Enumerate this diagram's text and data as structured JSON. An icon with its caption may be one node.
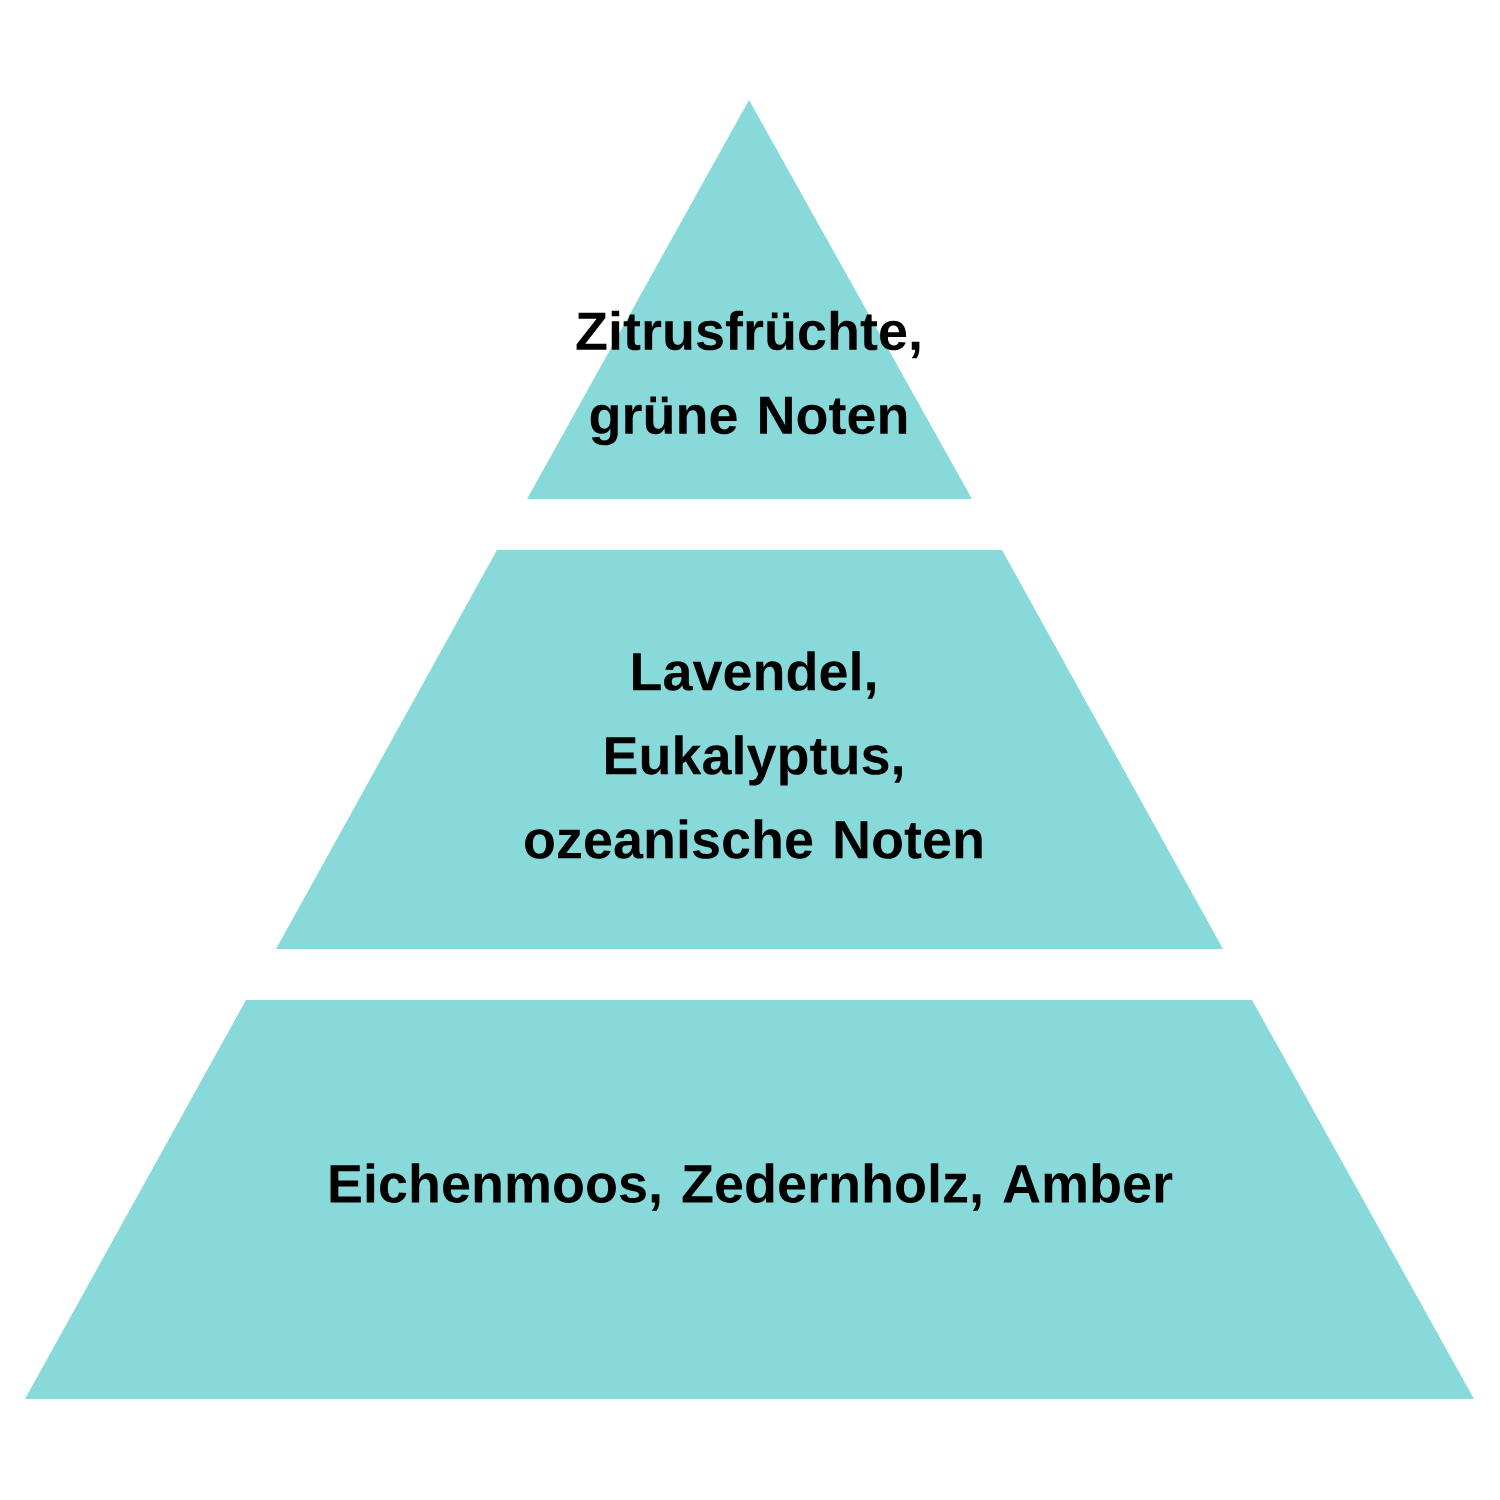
{
  "diagram": {
    "nodes": [
      {
        "text": [
          "Zitrusfrüchte, grüne Noten"
        ]
      },
      {
        "text": [
          "Lavendel, Eukalyptus, ozeanische Noten"
        ]
      },
      {
        "text": [
          "Eichenmoos, Zedernholz, Amber"
        ]
      }
    ]
  }
}
